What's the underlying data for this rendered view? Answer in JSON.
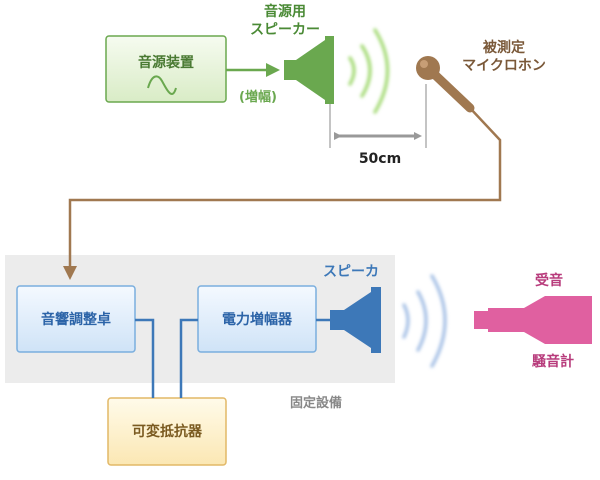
{
  "source_device": {
    "label": "音源装置"
  },
  "amp_note": {
    "label": "(増幅)"
  },
  "source_speaker": {
    "line1": "音源用",
    "line2": "スピーカー"
  },
  "test_mic": {
    "line1": "被測定",
    "line2": "マイクロホン"
  },
  "distance": {
    "label": "50cm"
  },
  "mixer": {
    "label": "音響調整卓"
  },
  "power_amp": {
    "label": "電力増幅器"
  },
  "fixed_speaker": {
    "label": "スピーカ"
  },
  "receiver_label": {
    "label": "受音"
  },
  "meter_label": {
    "label": "騒音計"
  },
  "fixed_equipment": {
    "label": "固定設備"
  },
  "variable_resistor": {
    "label": "可変抵抗器"
  },
  "colors": {
    "green": "#6aa84f",
    "brown": "#a07850",
    "blue": "#3d78b8",
    "blue_text": "#2c64a8",
    "magenta": "#e060a0",
    "magenta_text": "#b83c7c",
    "gray_panel": "#ececec",
    "gray_text": "#888888"
  }
}
